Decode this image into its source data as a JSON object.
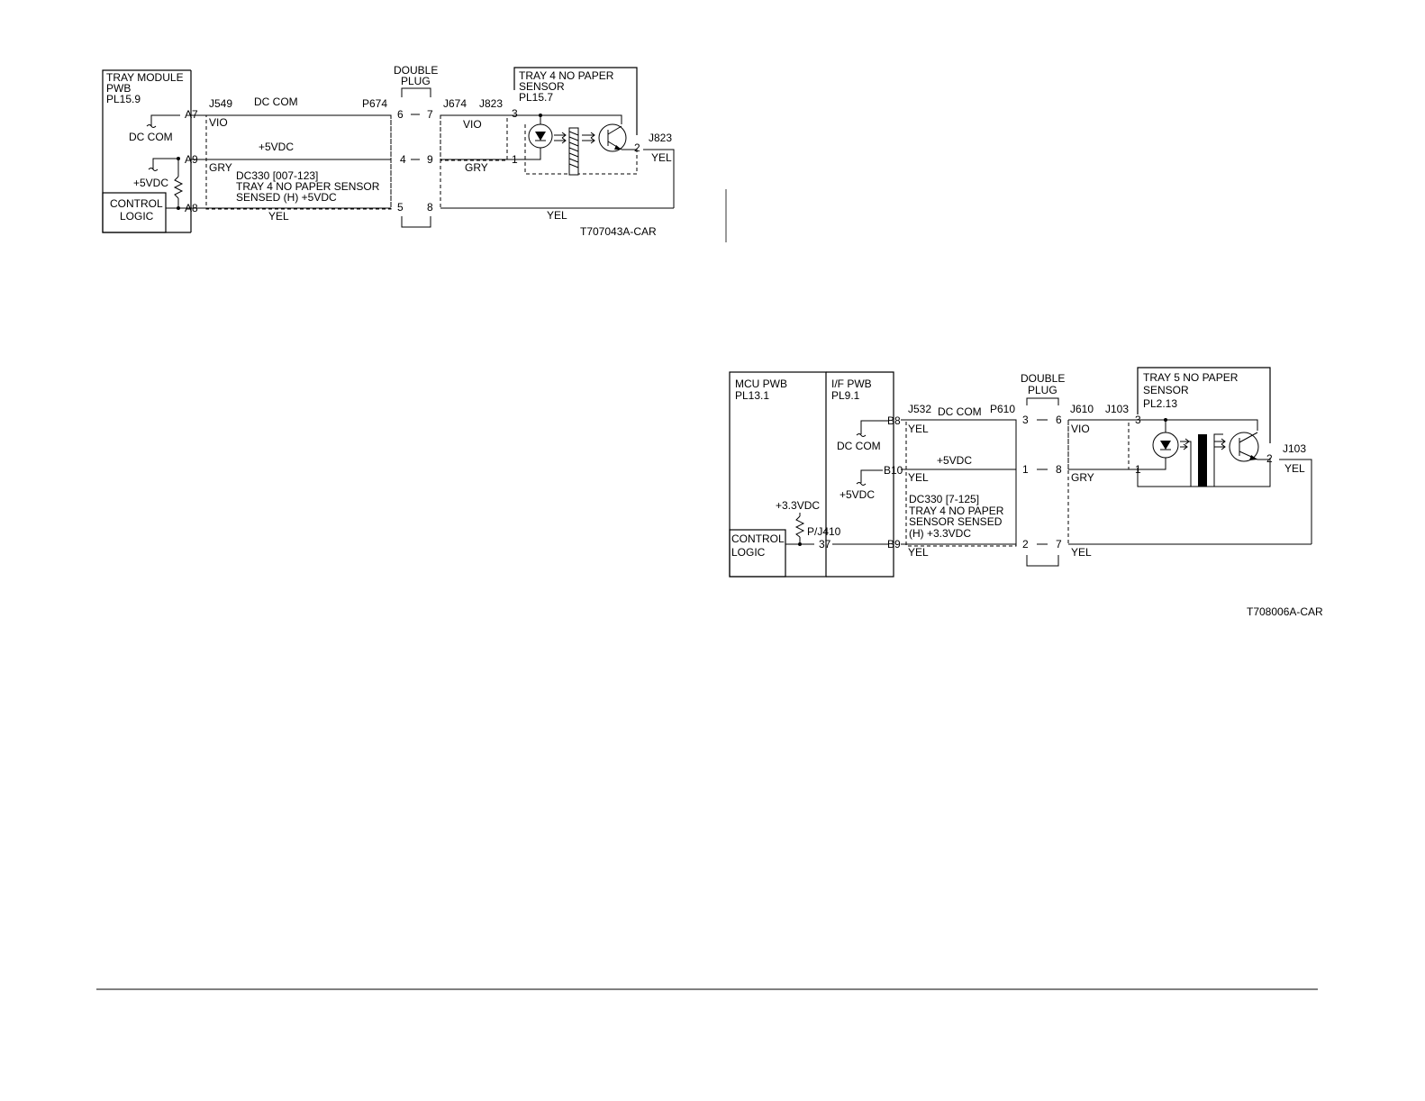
{
  "diagram1": {
    "module_title": [
      "TRAY MODULE",
      "PWB",
      "PL15.9"
    ],
    "control_logic": [
      "CONTROL",
      "LOGIC"
    ],
    "dc_com_label": "DC COM",
    "vdc_label": "+5VDC",
    "pins": {
      "a7": "A7",
      "a9": "A9",
      "a8": "A8"
    },
    "j549": "J549",
    "harness_dc_com": "DC COM",
    "harness_5vdc": "+5VDC",
    "p674": "P674",
    "double_plug": [
      "DOUBLE",
      "PLUG"
    ],
    "plug_pins": {
      "p6": "6",
      "p7": "7",
      "p4": "4",
      "p9": "9",
      "p5": "5",
      "p8": "8"
    },
    "j674": "J674",
    "j823": "J823",
    "wire_left": {
      "vio": "VIO",
      "gry": "GRY",
      "yel": "YEL"
    },
    "wire_right": {
      "vio": "VIO",
      "gry": "GRY",
      "yel": "YEL"
    },
    "signal_desc": [
      "DC330 [007-123]",
      "TRAY 4 NO PAPER SENSOR",
      "SENSED (H) +5VDC"
    ],
    "sensor_title": [
      "TRAY 4 NO PAPER",
      "SENSOR",
      "PL15.7"
    ],
    "sensor_pins": {
      "p3": "3",
      "p1": "1",
      "p2": "2"
    },
    "j823_out": "J823",
    "yel_out": "YEL",
    "figure_id": "T707043A-CAR"
  },
  "diagram2": {
    "mcu_title": [
      "MCU PWB",
      "PL13.1"
    ],
    "if_title": [
      "I/F PWB",
      "PL9.1"
    ],
    "control_logic": [
      "CONTROL",
      "LOGIC"
    ],
    "vdc33_label": "+3.3VDC",
    "pj410": "P/J410",
    "pin37": "37",
    "dc_com_label": "DC COM",
    "vdc5_label": "+5VDC",
    "pins": {
      "b8": "B8",
      "b10": "B10",
      "b9": "B9"
    },
    "j532": "J532",
    "harness_dc_com": "DC COM",
    "harness_5vdc": "+5VDC",
    "p610": "P610",
    "double_plug": [
      "DOUBLE",
      "PLUG"
    ],
    "plug_pins": {
      "p3": "3",
      "p6": "6",
      "p1": "1",
      "p8": "8",
      "p2": "2",
      "p7": "7"
    },
    "j610": "J610",
    "j103": "J103",
    "wire_left": {
      "yel1": "YEL",
      "yel2": "YEL",
      "yel3": "YEL"
    },
    "wire_right": {
      "vio": "VIO",
      "gry": "GRY",
      "yel": "YEL"
    },
    "signal_desc": [
      "DC330 [7-125]",
      "TRAY 4  NO PAPER",
      "SENSOR SENSED",
      "(H) +3.3VDC"
    ],
    "sensor_title": [
      "TRAY 5  NO PAPER",
      "SENSOR",
      "PL2.13"
    ],
    "sensor_pins": {
      "p3": "3",
      "p1": "1",
      "p2": "2"
    },
    "j103_out": "J103",
    "yel_out": "YEL",
    "figure_id": "T708006A-CAR"
  }
}
